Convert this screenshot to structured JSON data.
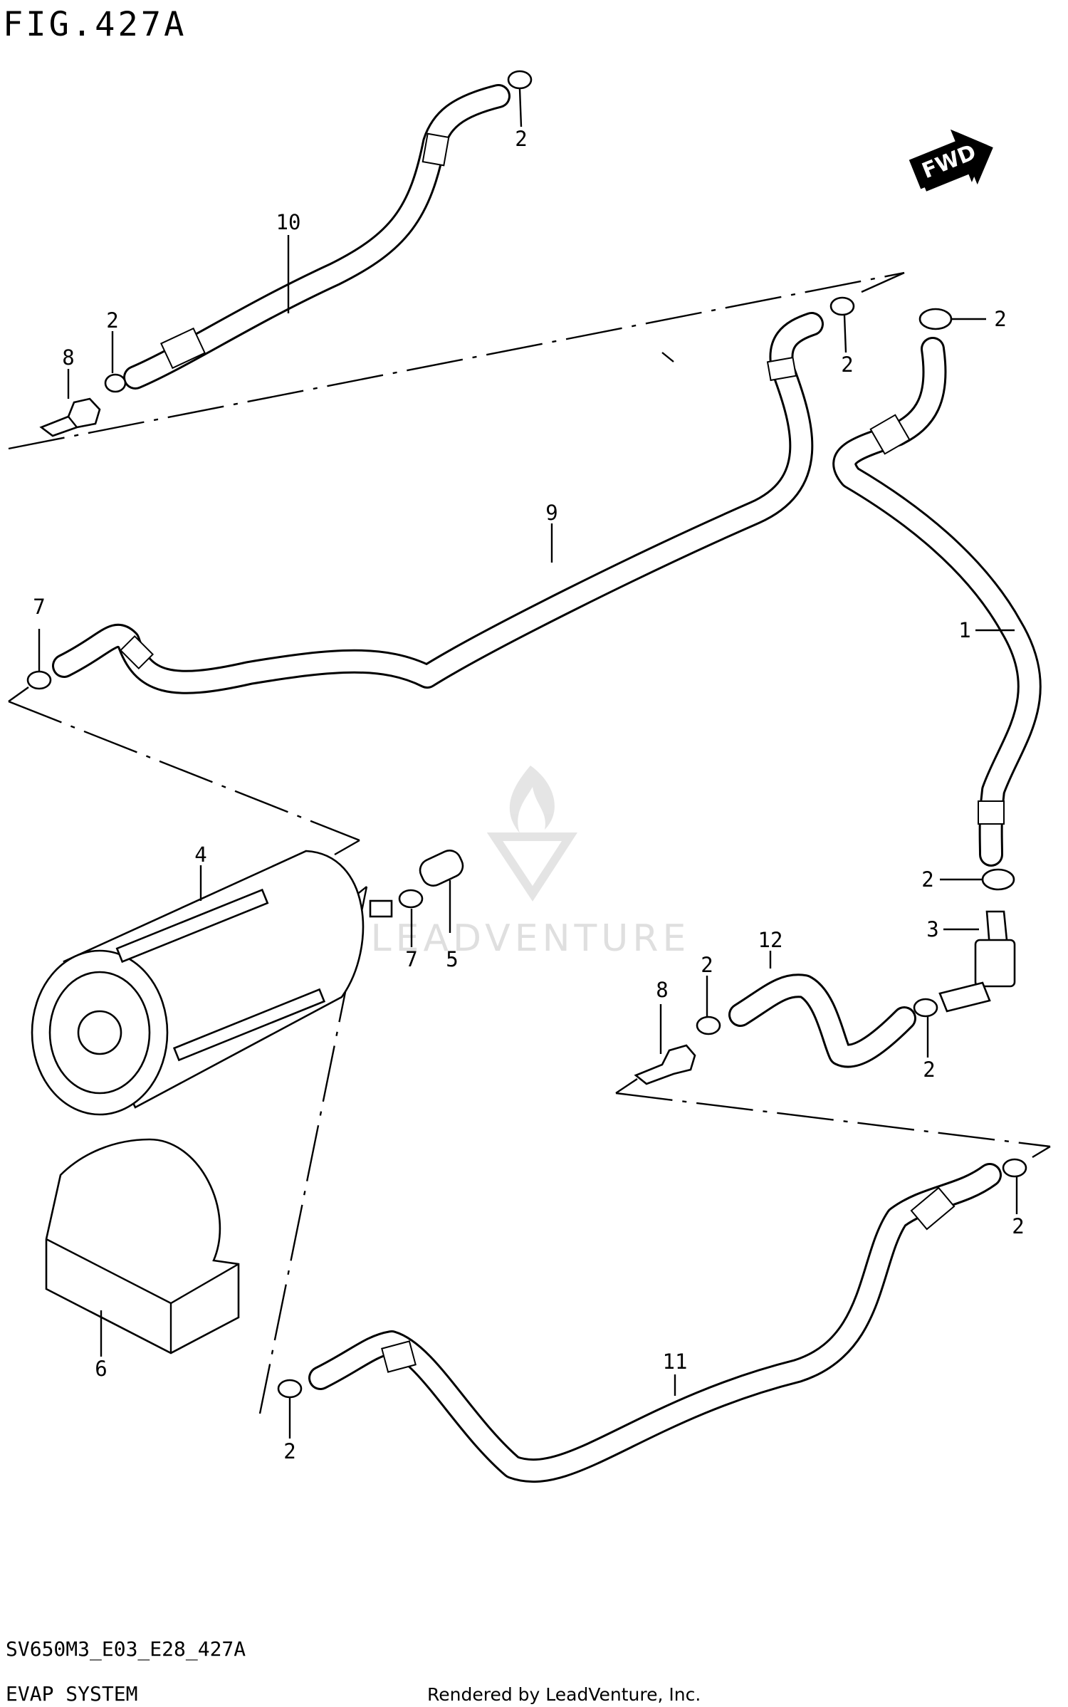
{
  "figure": {
    "title": "FIG.427A",
    "code": "SV650M3_E03_E28_427A",
    "section": "EVAP SYSTEM",
    "credit": "Rendered by LeadVenture, Inc.",
    "watermark": "LEADVENTURE",
    "fwd_label": "FWD"
  },
  "callouts": [
    {
      "part": "hose-1",
      "text": "1"
    },
    {
      "part": "clamp-2a",
      "text": "2"
    },
    {
      "part": "clamp-2b",
      "text": "2"
    },
    {
      "part": "clamp-2c",
      "text": "2"
    },
    {
      "part": "clamp-2d",
      "text": "2"
    },
    {
      "part": "clamp-2e",
      "text": "2"
    },
    {
      "part": "clamp-2f",
      "text": "2"
    },
    {
      "part": "clamp-2g",
      "text": "2"
    },
    {
      "part": "clamp-2h",
      "text": "2"
    },
    {
      "part": "clamp-2i",
      "text": "2"
    },
    {
      "part": "fitting-3",
      "text": "3"
    },
    {
      "part": "canister-4",
      "text": "4"
    },
    {
      "part": "cap-5",
      "text": "5"
    },
    {
      "part": "bracket-6",
      "text": "6"
    },
    {
      "part": "clamp-7a",
      "text": "7"
    },
    {
      "part": "clamp-7b",
      "text": "7"
    },
    {
      "part": "joint-8a",
      "text": "8"
    },
    {
      "part": "joint-8b",
      "text": "8"
    },
    {
      "part": "hose-9",
      "text": "9"
    },
    {
      "part": "hose-10",
      "text": "10"
    },
    {
      "part": "hose-11",
      "text": "11"
    },
    {
      "part": "hose-12",
      "text": "12"
    }
  ]
}
